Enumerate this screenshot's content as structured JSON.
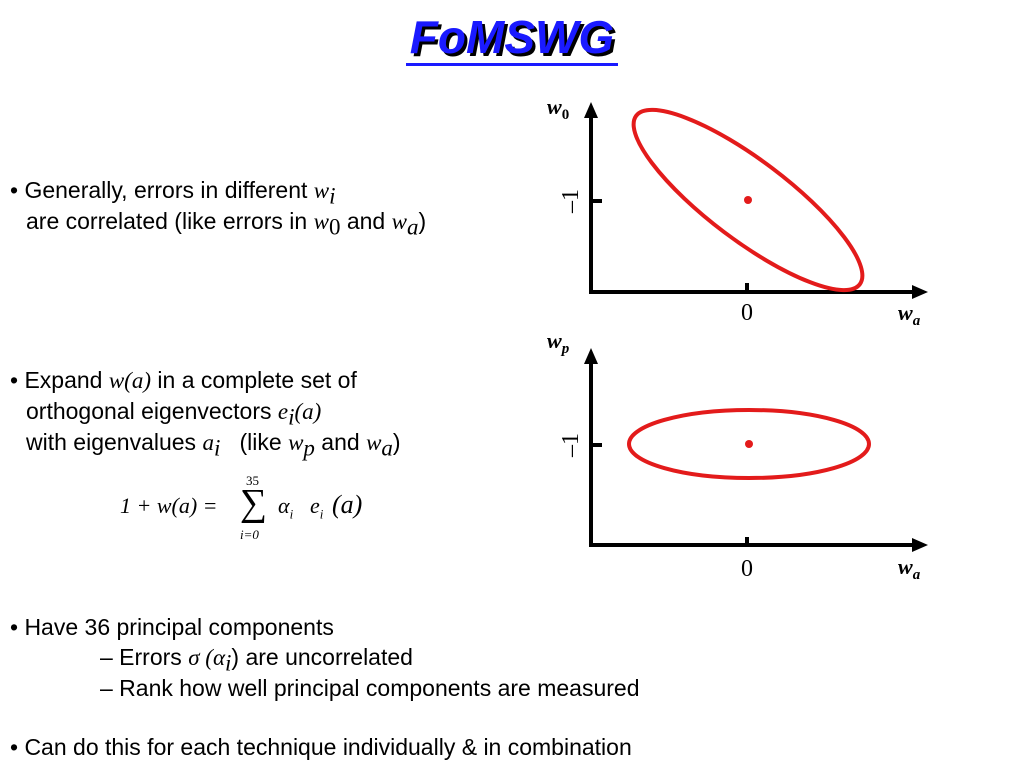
{
  "title": "FoMSWG",
  "bullet1": {
    "line1_prefix": "• Generally, errors in different ",
    "line1_var": "w",
    "line1_sub": "i",
    "line2_prefix": "are correlated (like errors in ",
    "line2_var1": "w",
    "line2_sub1": "0",
    "line2_and": " and ",
    "line2_var2": "w",
    "line2_sub2": "a",
    "line2_suffix": ")"
  },
  "bullet2": {
    "line1_prefix": "• Expand ",
    "line1_expr": "w(a)",
    "line1_suffix": " in a complete set of",
    "line2_prefix": "orthogonal eigenvectors ",
    "line2_var": "e",
    "line2_sub": "i",
    "line2_arg": "(a)",
    "line3_prefix": "with eigenvalues ",
    "line3_var": "a",
    "line3_sub": "i",
    "line3_like": "   (like ",
    "line3_var1": "w",
    "line3_sub1": "p",
    "line3_and": " and ",
    "line3_var2": "w",
    "line3_sub2": "a",
    "line3_suffix": ")"
  },
  "equation": {
    "lhs": "1 + w(a) =",
    "sum_upper": "35",
    "sum_lower": "i=0",
    "sum_symbol": "∑",
    "rhs": "α",
    "rhs_sub": "i",
    "rhs2": "e",
    "rhs2_sub": "i",
    "rhs_arg": "(a)"
  },
  "bullet3": {
    "line1": "• Have 36 principal components",
    "line2_prefix": "– Errors ",
    "line2_sigma": "σ (α",
    "line2_sub": "i",
    "line2_suffix": ") are uncorrelated",
    "line3": "– Rank how well principal components are measured"
  },
  "bullet4": "• Can do this for each technique individually & in combination",
  "diagram_top": {
    "y_axis_var": "w",
    "y_axis_sub": "0",
    "x_axis_var": "w",
    "x_axis_sub": "a",
    "y_tick_label": "–1",
    "x_tick_label": "0"
  },
  "diagram_bottom": {
    "y_axis_var": "w",
    "y_axis_sub": "p",
    "x_axis_var": "w",
    "x_axis_sub": "a",
    "y_tick_label": "–1",
    "x_tick_label": "0"
  },
  "colors": {
    "title": "#1a1aff",
    "ellipse": "#e31b1b",
    "axis": "#000000"
  }
}
